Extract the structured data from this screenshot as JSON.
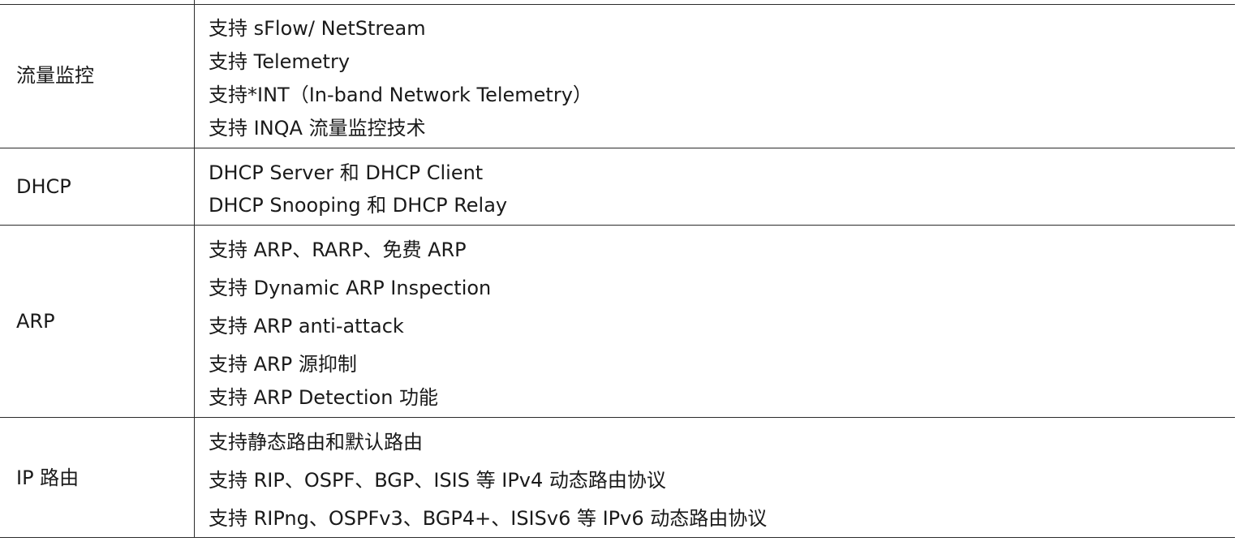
{
  "rows": [
    {
      "name": "流量监控",
      "lines": [
        "支持 sFlow/ NetStream",
        "支持 Telemetry",
        "支持*INT（In-band Network Telemetry）",
        "支持 INQA 流量监控技术"
      ]
    },
    {
      "name": "DHCP",
      "lines": [
        "DHCP Server 和 DHCP Client",
        "DHCP Snooping 和 DHCP Relay"
      ]
    },
    {
      "name": "ARP",
      "lines": [
        "支持 ARP、RARP、免费 ARP",
        "支持 Dynamic ARP Inspection",
        "支持 ARP anti-attack",
        "支持 ARP 源抑制",
        "支持 ARP Detection 功能"
      ]
    },
    {
      "name": "IP 路由",
      "lines": [
        "支持静态路由和默认路由",
        "支持 RIP、OSPF、BGP、ISIS 等 IPv4 动态路由协议",
        "支持 RIPng、OSPFv3、BGP4+、ISISv6 等 IPv6 动态路由协议"
      ]
    }
  ]
}
